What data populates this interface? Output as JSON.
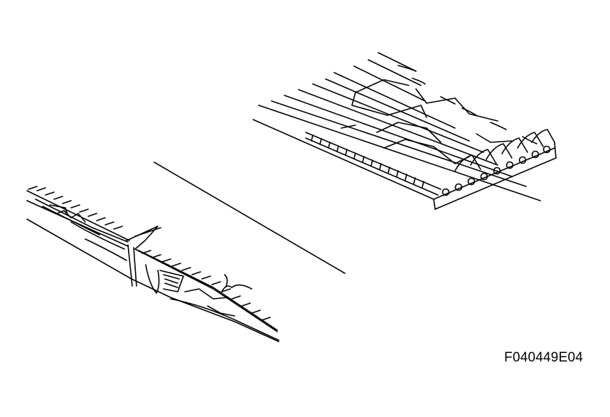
{
  "figure": {
    "code": "F040449E04",
    "components": [
      {
        "name": "ribbed-belt",
        "description_visible": false
      },
      {
        "name": "damaged-belt-section",
        "description_visible": false
      },
      {
        "name": "separator-line",
        "description_visible": false
      }
    ]
  },
  "colors": {
    "ink": "#000000",
    "paper": "#ffffff"
  }
}
